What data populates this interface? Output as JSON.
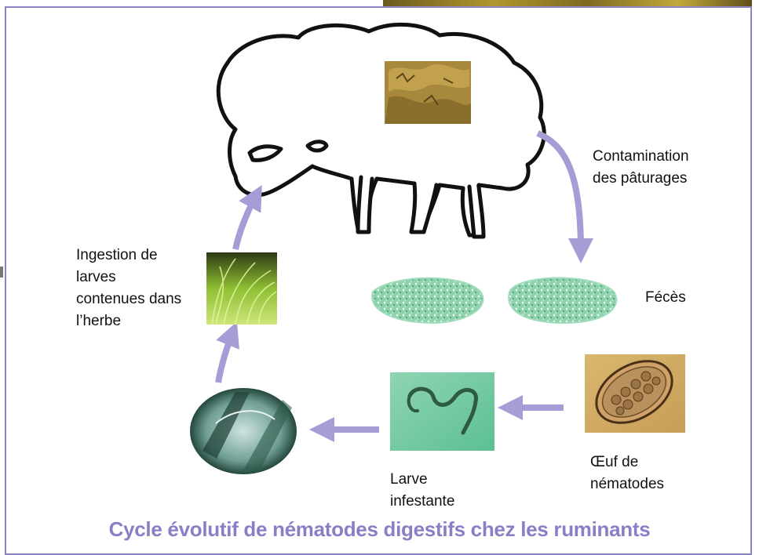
{
  "labels": {
    "contamination": "Contamination\ndes pâturages",
    "feces": "Fécès",
    "ingestion": "Ingestion de\nlarves\ncontenues dans\nl’herbe",
    "egg": "Œuf de\nnématodes",
    "larva": "Larve\ninfestante"
  },
  "title": "Cycle évolutif de nématodes digestifs chez les ruminants",
  "colors": {
    "arrow": "#a59dd6",
    "frame": "#8a84c4",
    "title": "#8a7fc6",
    "feces": "#7cc9a0"
  }
}
